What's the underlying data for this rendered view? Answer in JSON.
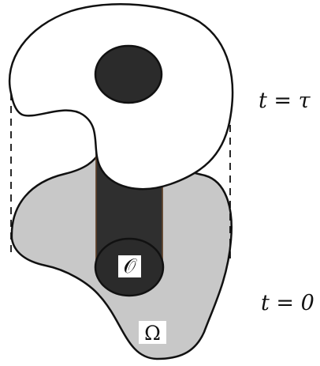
{
  "labels": {
    "top_time": "t = τ",
    "bottom_time": "t = 0",
    "obstacle": "𝒪",
    "domain": "Ω"
  },
  "colors": {
    "background": "#ffffff",
    "base_region": "#c8c8c8",
    "cylinder": "#2f2f2f",
    "obstacle": "#2b2b2b",
    "top_region": "#ffffff",
    "outline": "#111111"
  },
  "icons": {
    "top_slice": "white-irregular-region",
    "bottom_slice": "gray-irregular-region",
    "obstacle_cylinder": "dark-cylinder"
  }
}
